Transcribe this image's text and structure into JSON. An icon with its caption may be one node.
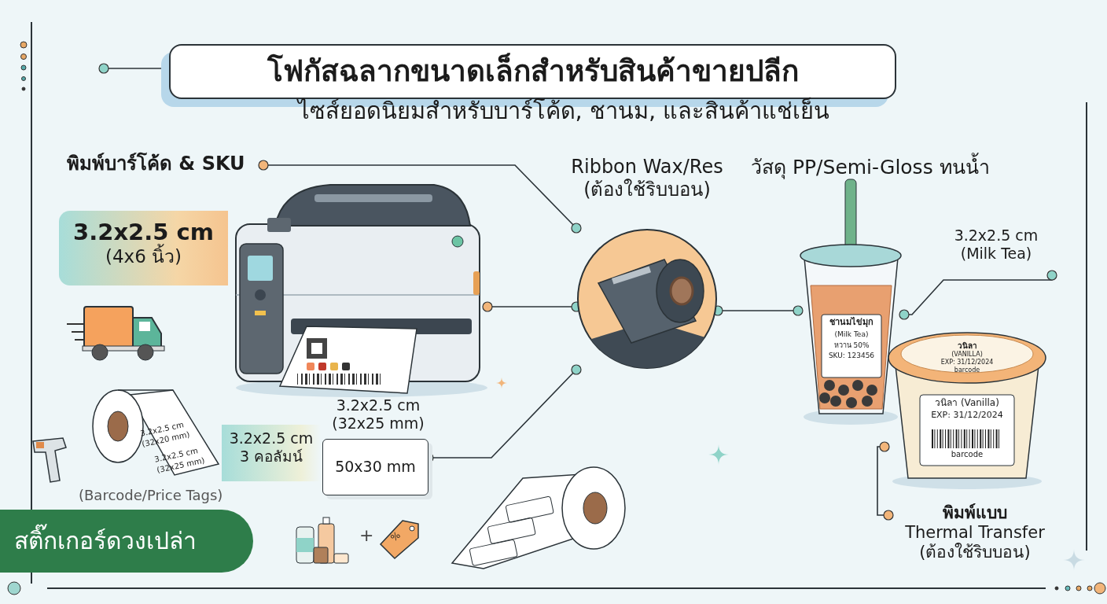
{
  "diagram": {
    "nodes": [
      {
        "text": [
          "โฟกัสฉลากขนาดเล็กสำหรับสินค้าขายปลีก"
        ],
        "beside": [
          "ไซส์ยอดนิยมสำหรับบาร์โค้ด, ชานม, และสินค้าแช่เย็น"
        ]
      },
      {
        "text": [
          "พิมพ์บาร์โค้ด & SKU"
        ]
      },
      {
        "text": [
          "3.2x2.5 cm",
          "(4x6 นิ้ว)"
        ]
      },
      {
        "text": [],
        "shape": "picture"
      },
      {
        "text": [],
        "shape": "picture",
        "beside": [
          "Ribbon Wax/Res (ต้องใช้ริบบอน)"
        ]
      },
      {
        "text": [],
        "shape": "picture",
        "beside": [
          "วัสดุ PP/Semi-Gloss ทนน้ำ"
        ]
      },
      {
        "text": [
          "3.2x2.5 cm (Milk Tea)"
        ]
      },
      {
        "text": [],
        "shape": "picture"
      },
      {
        "text": [
          "**พิมพ์แบบ** Thermal Transfer (ต้องใช้ริบบอน)"
        ]
      },
      {
        "text": [
          "50x30 mm"
        ],
        "beside": [
          "3.2x2.5 cm (32x25 mm)"
        ]
      },
      {
        "text": [
          "3.2x2.5 cm 3 คอลัมน์"
        ]
      }
    ],
    "edges": [
      {
        "from": 0,
        "to": null,
        "arrow": "other"
      },
      {
        "from": 1,
        "to": 4,
        "arrow": "other"
      },
      {
        "from": 3,
        "to": 4,
        "arrow": "other"
      },
      {
        "from": 4,
        "to": 5,
        "arrow": "other"
      },
      {
        "from": 6,
        "to": 5,
        "arrow": "other"
      },
      {
        "from": 9,
        "to": 4,
        "arrow": "other"
      },
      {
        "from": 8,
        "to": 7,
        "arrow": "other"
      }
    ],
    "labels": [
      "3.2x2.5 cm",
      "(32x20 mm)",
      "3.2x2.5 cm",
      "(32x25 mm)",
      "(Barcode/Price Tags)",
      "สติ๊กเกอร์ดวงเปล่า",
      "ชานมไข่มุก",
      "(Milk Tea)",
      "หวาน 50%",
      "SKU: 123456",
      "วนิลา",
      "(VANILLA)",
      "EXP: 31/12/2024",
      "barcode",
      "วนิลา (Vanilla)",
      "EXP: 31/12/2024",
      "barcode",
      "+",
      "%"
    ]
  }
}
